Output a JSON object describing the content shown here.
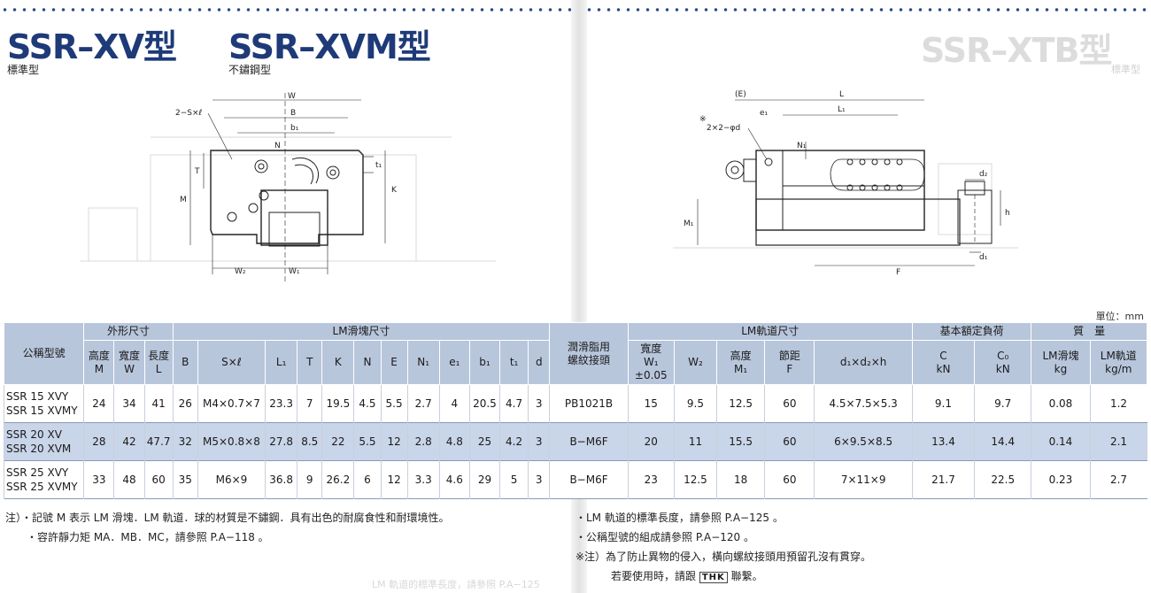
{
  "titles": {
    "left": "SSR–XV型",
    "left_sub": "標準型",
    "right": "SSR–XVM型",
    "right_sub": "不鏽鋼型",
    "ghost": "SSR–XTB型",
    "ghost_sub": "標準型"
  },
  "unit_label": "單位：mm",
  "drawing_left": {
    "W": "W",
    "B": "B",
    "b1": "b₁",
    "SxL": "2−S×ℓ",
    "N": "N",
    "t1": "t₁",
    "T": "T",
    "K": "K",
    "M": "M",
    "W2": "W₂",
    "W1": "W₁"
  },
  "drawing_right": {
    "E": "(E)",
    "e1": "e₁",
    "L": "L",
    "L1": "L₁",
    "phi": "2×2−φd",
    "mark": "※",
    "N1": "N₁",
    "d2": "d₂",
    "h": "h",
    "M1": "M₁",
    "d1": "d₁",
    "F": "F"
  },
  "table": {
    "col_model": "公稱型號",
    "grp_outer": "外形尺寸",
    "grp_block": "LM滑塊尺寸",
    "grp_rail": "LM軌道尺寸",
    "grp_load": "基本額定負荷",
    "grp_mass": "質　量",
    "h_M": [
      "高度",
      "M"
    ],
    "h_W": [
      "寬度",
      "W"
    ],
    "h_L": [
      "長度",
      "L"
    ],
    "h_B": "B",
    "h_S": "S×ℓ",
    "h_L1": "L₁",
    "h_T": "T",
    "h_K": "K",
    "h_N": "N",
    "h_E": "E",
    "h_N1": "N₁",
    "h_e1": "e₁",
    "h_b1": "b₁",
    "h_t1": "t₁",
    "h_d": "d",
    "h_grease": [
      "潤滑脂用",
      "螺紋接頭"
    ],
    "h_W1": [
      "寬度",
      "W₁",
      "±0.05"
    ],
    "h_W2": "W₂",
    "h_M1": [
      "高度",
      "M₁"
    ],
    "h_F": [
      "節距",
      "F"
    ],
    "h_d123": "d₁×d₂×h",
    "h_C": [
      "C",
      "kN"
    ],
    "h_C0": [
      "C₀",
      "kN"
    ],
    "h_mblock": [
      "LM滑塊",
      "kg"
    ],
    "h_mrail": [
      "LM軌道",
      "kg/m"
    ],
    "rows": [
      {
        "model1": "SSR 15 XVY",
        "model2": "SSR 15 XVMY",
        "M": "24",
        "W": "34",
        "L": "41",
        "B": "26",
        "S": "M4×0.7×7",
        "L1": "23.3",
        "T": "7",
        "K": "19.5",
        "N": "4.5",
        "E": "5.5",
        "N1": "2.7",
        "e1": "4",
        "b1": "20.5",
        "t1": "4.7",
        "d": "3",
        "grease": "PB1021B",
        "W1": "15",
        "W2": "9.5",
        "M1": "12.5",
        "F": "60",
        "d123": "4.5×7.5×5.3",
        "C": "9.1",
        "C0": "9.7",
        "mb": "0.08",
        "mr": "1.2"
      },
      {
        "model1": "SSR 20 XV",
        "model2": "SSR 20 XVM",
        "M": "28",
        "W": "42",
        "L": "47.7",
        "B": "32",
        "S": "M5×0.8×8",
        "L1": "27.8",
        "T": "8.5",
        "K": "22",
        "N": "5.5",
        "E": "12",
        "N1": "2.8",
        "e1": "4.8",
        "b1": "25",
        "t1": "4.2",
        "d": "3",
        "grease": "B−M6F",
        "W1": "20",
        "W2": "11",
        "M1": "15.5",
        "F": "60",
        "d123": "6×9.5×8.5",
        "C": "13.4",
        "C0": "14.4",
        "mb": "0.14",
        "mr": "2.1"
      },
      {
        "model1": "SSR 25 XVY",
        "model2": "SSR 25 XVMY",
        "M": "33",
        "W": "48",
        "L": "60",
        "B": "35",
        "S": "M6×9",
        "L1": "36.8",
        "T": "9",
        "K": "26.2",
        "N": "6",
        "E": "12",
        "N1": "3.3",
        "e1": "4.6",
        "b1": "29",
        "t1": "5",
        "d": "3",
        "grease": "B−M6F",
        "W1": "23",
        "W2": "12.5",
        "M1": "18",
        "F": "60",
        "d123": "7×11×9",
        "C": "21.7",
        "C0": "22.5",
        "mb": "0.23",
        "mr": "2.7"
      }
    ]
  },
  "notes_left": [
    "注）・記號 M 表示 LM 滑塊．LM 軌道．球的材質是不鏽鋼．具有出色的耐腐食性和耐環境性。",
    "・容許靜力矩 MA．MB．MC，請參照 P.A−118 。"
  ],
  "notes_right": [
    "・LM 軌道的標準長度，請參照 P.A−125 。",
    "・公稱型號的組成請參照 P.A−120 。",
    "※注）為了防止異物的侵入，橫向螺紋接頭用預留孔沒有貫穿。",
    "若要使用時，請跟"
  ],
  "brand": "THK",
  "contact_suffix": "聯繫。",
  "ghost_footer": "LM 軌道的標準長度，請參照 P.A−125"
}
